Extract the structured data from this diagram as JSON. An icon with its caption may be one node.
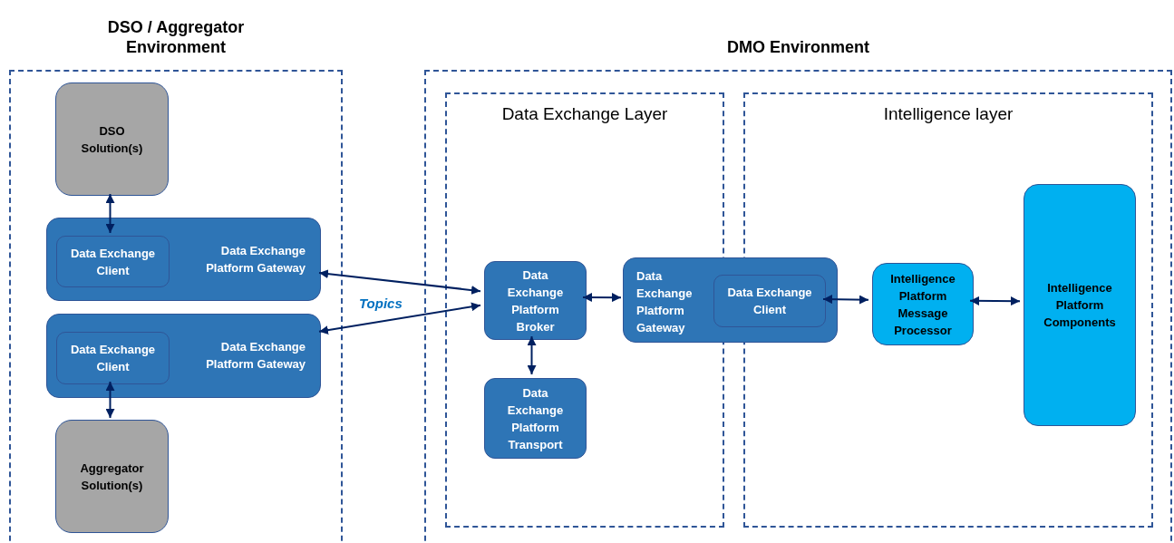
{
  "diagram": {
    "nodes": [
      {
        "text": [
          "DSO / Aggregator Environment"
        ]
      },
      {
        "text": [
          "DMO Environment"
        ]
      },
      {
        "text": [
          "Data Exchange Layer"
        ],
        "in": 1
      },
      {
        "text": [
          "Intelligence layer"
        ],
        "in": 1
      },
      {
        "text": [
          "DSO Solution(s)"
        ],
        "in": 0
      },
      {
        "text": [
          "Data Exchange Platform Gateway"
        ],
        "in": 0
      },
      {
        "text": [
          "Data Exchange Client"
        ],
        "in": 5
      },
      {
        "text": [
          "Data Exchange Platform Gateway"
        ],
        "in": 0
      },
      {
        "text": [
          "Data Exchange Client"
        ],
        "in": 7
      },
      {
        "text": [
          "Aggregator Solution(s)"
        ],
        "in": 0
      },
      {
        "text": [
          "Data Exchange Platform Broker"
        ],
        "in": 2
      },
      {
        "text": [
          "Data Exchange Platform Transport"
        ],
        "in": 2
      },
      {
        "text": [
          "Data Exchange Platform Gateway"
        ],
        "in": 1
      },
      {
        "text": [
          "Data Exchange Client"
        ],
        "in": 12
      },
      {
        "text": [
          "Intelligence Platform Message Processor"
        ],
        "in": 3
      },
      {
        "text": [
          "Intelligence Platform Components"
        ],
        "in": 3
      }
    ],
    "edges": [
      {
        "from": 4,
        "to": 6,
        "arrow": "both"
      },
      {
        "from": 8,
        "to": 9,
        "arrow": "both"
      },
      {
        "from": 10,
        "to": 5,
        "arrow": "both"
      },
      {
        "from": 10,
        "to": 7,
        "arrow": "both"
      },
      {
        "from": 10,
        "to": 11,
        "arrow": "both"
      },
      {
        "from": 10,
        "to": 12,
        "arrow": "both"
      },
      {
        "from": 13,
        "to": 14,
        "arrow": "both"
      },
      {
        "from": 14,
        "to": 15,
        "arrow": "both"
      }
    ],
    "labels": [
      "Topics"
    ]
  }
}
